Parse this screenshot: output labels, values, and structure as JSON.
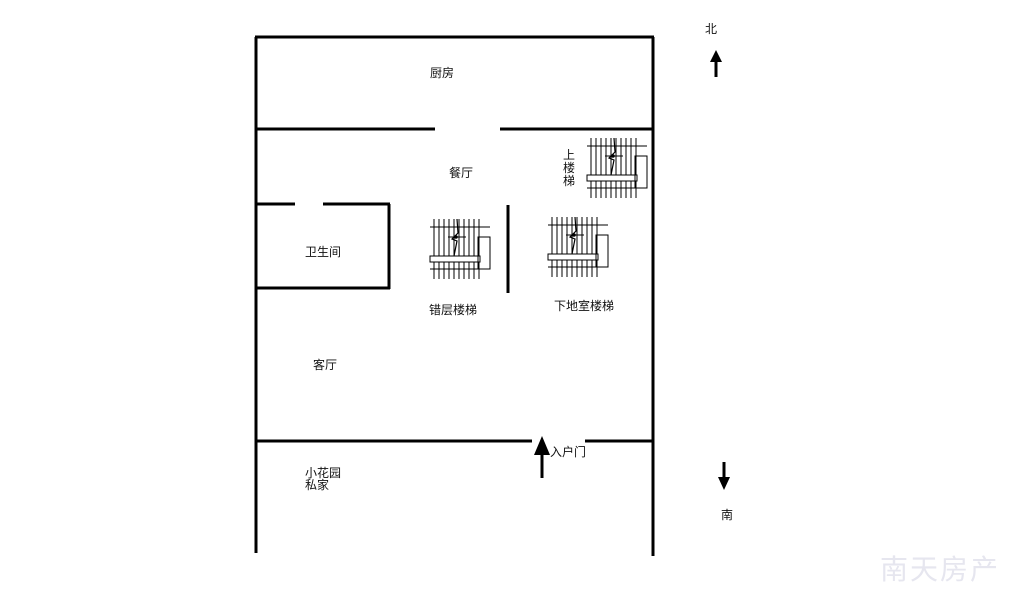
{
  "rooms": {
    "kitchen": "厨房",
    "dining": "餐厅",
    "bathroom": "卫生间",
    "living": "客厅",
    "garden_line1": "小花园",
    "garden_line2": "私家"
  },
  "stairs": {
    "split_level": "错层楼梯",
    "basement": "下地室楼梯",
    "upstairs": "上楼梯"
  },
  "entrance": "入户门",
  "compass": {
    "north": "北",
    "south": "南"
  },
  "watermark": "南天房产"
}
